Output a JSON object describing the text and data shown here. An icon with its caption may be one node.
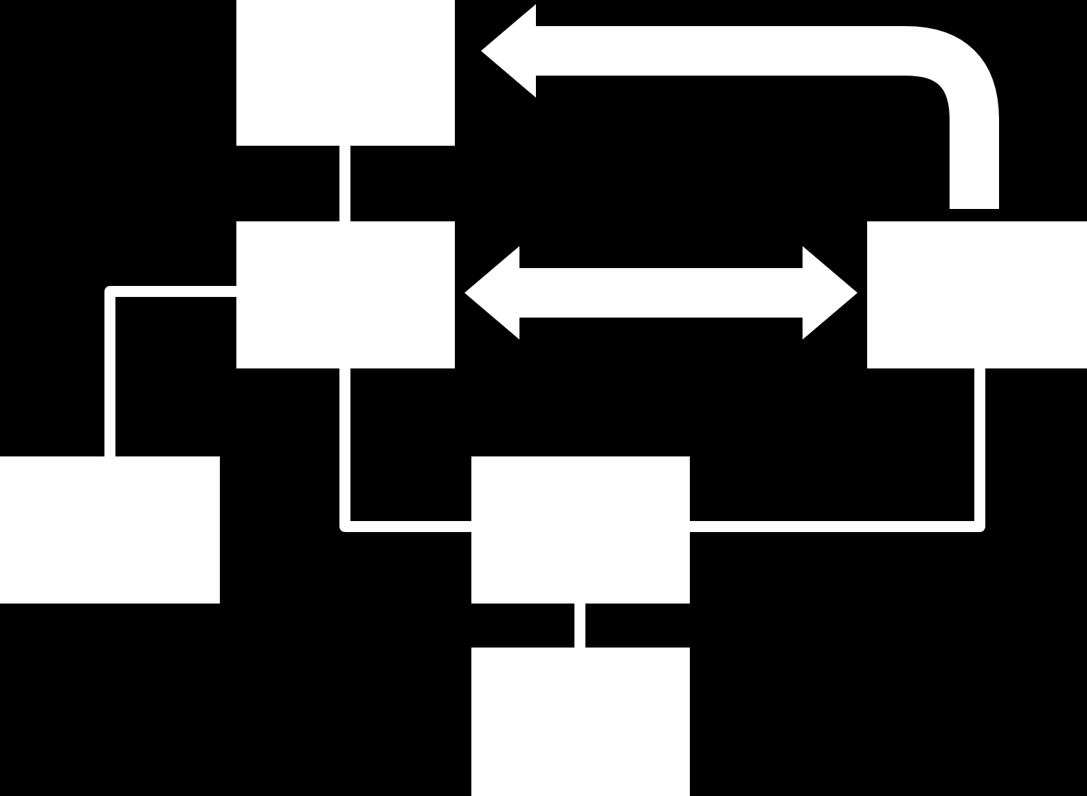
{
  "diagram": {
    "nodes": [
      {
        "text": [],
        "shape": "box"
      },
      {
        "text": [],
        "shape": "box"
      },
      {
        "text": [],
        "shape": "box"
      },
      {
        "text": [],
        "shape": "box"
      },
      {
        "text": [],
        "shape": "box"
      },
      {
        "text": [],
        "shape": "box"
      }
    ],
    "edges": [
      {
        "from": 0,
        "to": 1,
        "arrow": "none"
      },
      {
        "from": 1,
        "to": 3,
        "arrow": "none"
      },
      {
        "from": 1,
        "to": 2,
        "arrow": "both",
        "style": "thick"
      },
      {
        "from": 2,
        "to": 0,
        "arrow": "to",
        "style": "thick"
      },
      {
        "from": 1,
        "to": 4,
        "arrow": "none"
      },
      {
        "from": 2,
        "to": 4,
        "arrow": "none"
      },
      {
        "from": 4,
        "to": 5,
        "arrow": "none"
      }
    ]
  }
}
